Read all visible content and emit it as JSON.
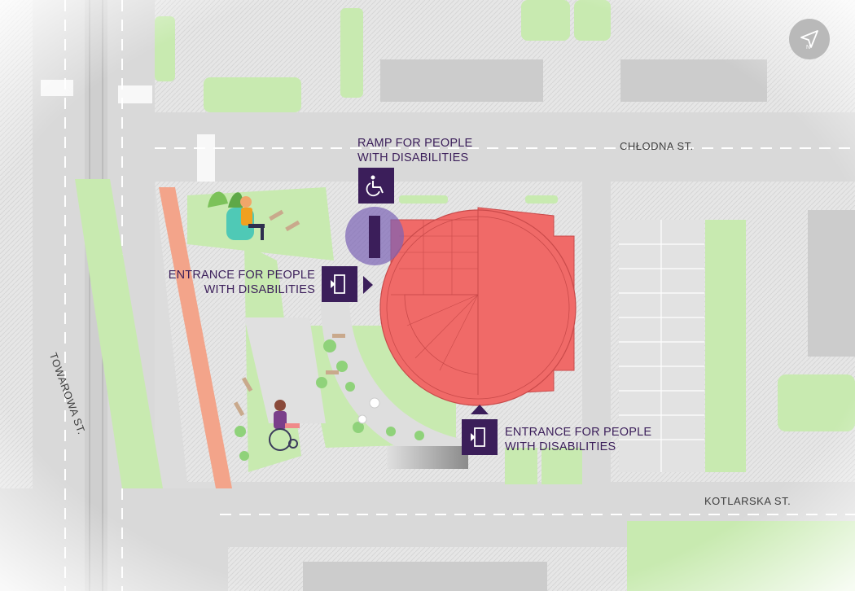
{
  "labels": {
    "ramp": "RAMP FOR PEOPLE\nWITH DISABILITIES",
    "entrance_west": "ENTRANCE FOR PEOPLE\nWITH DISABILITIES",
    "entrance_south": "ENTRANCE FOR PEOPLE\nWITH DISABILITIES"
  },
  "streets": {
    "chlodna": "CHŁODNA ST.",
    "kotlarska": "KOTLARSKA ST.",
    "towarowa": "TOWAROWA ST."
  },
  "icons": {
    "ramp": "wheelchair-icon",
    "entrance": "door-entrance-icon",
    "compass": "north-arrow-icon"
  },
  "colors": {
    "building": "#f06a68",
    "ramp_highlight": "#7b62b5",
    "label_badge": "#3b1e5a",
    "green": "#c8eab0",
    "road": "#dcdcdc",
    "bike_path": "#f3a48a"
  }
}
